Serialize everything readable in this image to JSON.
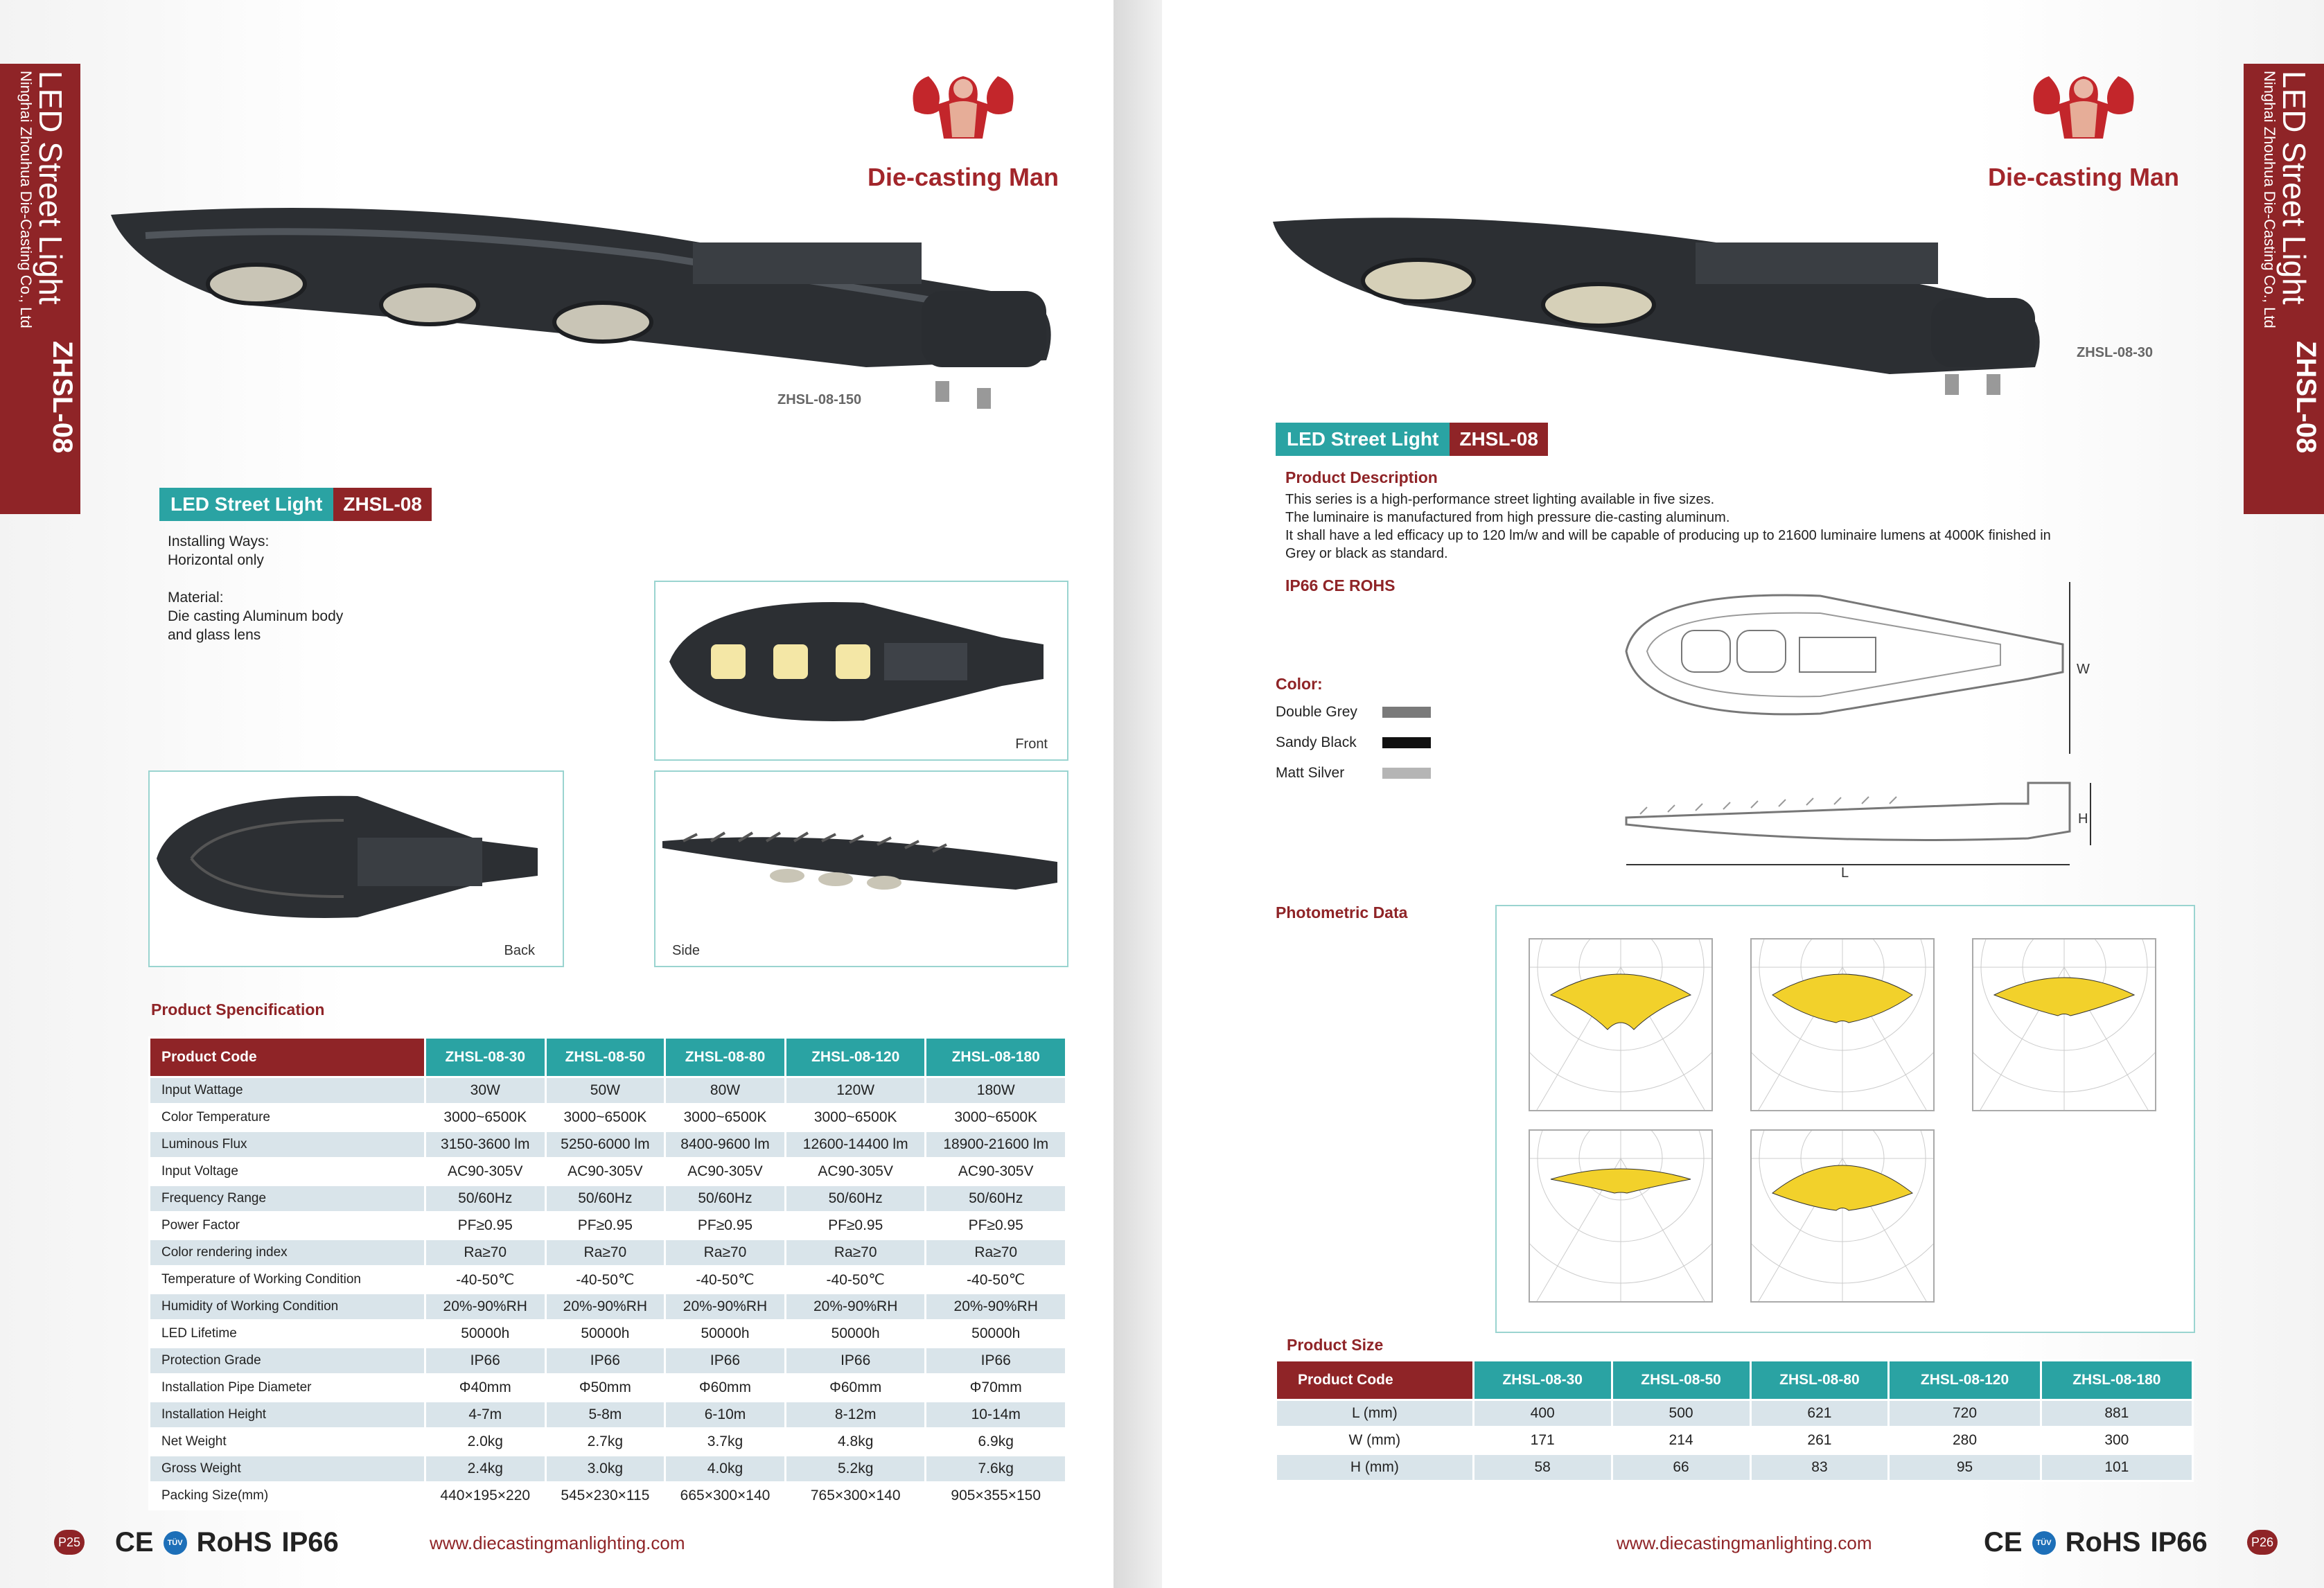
{
  "left_page": {
    "side_title": "LED Street Light",
    "side_company": "Ninghai Zhouhua Die-Casting Co., Ltd",
    "side_model": "ZHSL-08",
    "logo_text": "Die-casting Man",
    "hero_model": "ZHSL-08-150",
    "title_a": "LED Street Light",
    "title_b": "ZHSL-08",
    "installing": "Installing Ways:",
    "installing_val": "Horizontal only",
    "material": "Material:",
    "material_val1": "Die casting Aluminum body",
    "material_val2": "and glass lens",
    "views": {
      "front": "Front",
      "back": "Back",
      "side": "Side"
    },
    "spec_heading": "Product  Spencification",
    "spec_table": {
      "headers": [
        "Product  Code",
        "ZHSL-08-30",
        "ZHSL-08-50",
        "ZHSL-08-80",
        "ZHSL-08-120",
        "ZHSL-08-180"
      ],
      "rows": [
        [
          "Input Wattage",
          "30W",
          "50W",
          "80W",
          "120W",
          "180W"
        ],
        [
          "Color Temperature",
          "3000~6500K",
          "3000~6500K",
          "3000~6500K",
          "3000~6500K",
          "3000~6500K"
        ],
        [
          "Luminous Flux",
          "3150-3600 lm",
          "5250-6000 lm",
          "8400-9600 lm",
          "12600-14400 lm",
          "18900-21600 lm"
        ],
        [
          "Input Voltage",
          "AC90-305V",
          "AC90-305V",
          "AC90-305V",
          "AC90-305V",
          "AC90-305V"
        ],
        [
          "Frequency Range",
          "50/60Hz",
          "50/60Hz",
          "50/60Hz",
          "50/60Hz",
          "50/60Hz"
        ],
        [
          "Power Factor",
          "PF≥0.95",
          "PF≥0.95",
          "PF≥0.95",
          "PF≥0.95",
          "PF≥0.95"
        ],
        [
          "Color rendering index",
          "Ra≥70",
          "Ra≥70",
          "Ra≥70",
          "Ra≥70",
          "Ra≥70"
        ],
        [
          "Temperature of Working Condition",
          "-40-50℃",
          "-40-50℃",
          "-40-50℃",
          "-40-50℃",
          "-40-50℃"
        ],
        [
          "Humidity of Working Condition",
          "20%-90%RH",
          "20%-90%RH",
          "20%-90%RH",
          "20%-90%RH",
          "20%-90%RH"
        ],
        [
          "LED Lifetime",
          "50000h",
          "50000h",
          "50000h",
          "50000h",
          "50000h"
        ],
        [
          "Protection Grade",
          "IP66",
          "IP66",
          "IP66",
          "IP66",
          "IP66"
        ],
        [
          "Installation Pipe Diameter",
          "Φ40mm",
          "Φ50mm",
          "Φ60mm",
          "Φ60mm",
          "Φ70mm"
        ],
        [
          "Installation Height",
          "4-7m",
          "5-8m",
          "6-10m",
          "8-12m",
          "10-14m"
        ],
        [
          "Net Weight",
          "2.0kg",
          "2.7kg",
          "3.7kg",
          "4.8kg",
          "6.9kg"
        ],
        [
          "Gross Weight",
          "2.4kg",
          "3.0kg",
          "4.0kg",
          "5.2kg",
          "7.6kg"
        ],
        [
          "Packing Size(mm)",
          "440×195×220",
          "545×230×115",
          "665×300×140",
          "765×300×140",
          "905×355×150"
        ]
      ]
    },
    "url": "www.diecastingmanlighting.com",
    "cert_ce": "CE",
    "cert_rohs": "RoHS",
    "cert_ip": "IP66",
    "cert_tuv": "TÜV",
    "page_num": "P25"
  },
  "right_page": {
    "side_title": "LED Street Light",
    "side_company": "Ninghai Zhouhua Die-Casting Co., Ltd",
    "side_model": "ZHSL-08",
    "logo_text": "Die-casting Man",
    "hero_model": "ZHSL-08-30",
    "title_a": "LED Street Light",
    "title_b": "ZHSL-08",
    "desc_heading": "Product Description",
    "desc_lines": [
      "This series is a high-performance street lighting available in five sizes.",
      "The luminaire is manufactured from high pressure die-casting aluminum.",
      "It shall have a led efficacy up to 120 lm/w and will be capable of producing up to 21600 luminaire lumens at 4000K finished in",
      "Grey or black as standard."
    ],
    "certs_line": "IP66  CE  ROHS",
    "color_heading": "Color:",
    "colors": [
      {
        "name": "Double Grey",
        "hex": "#7a7a7a"
      },
      {
        "name": "Sandy Black",
        "hex": "#111111"
      },
      {
        "name": "Matt Silver",
        "hex": "#b5b5b5"
      }
    ],
    "dim_w": "W",
    "dim_h": "H",
    "dim_l": "L",
    "photo_heading": "Photometric Data",
    "size_heading": "Product  Size",
    "size_table": {
      "headers": [
        "Product  Code",
        "ZHSL-08-30",
        "ZHSL-08-50",
        "ZHSL-08-80",
        "ZHSL-08-120",
        "ZHSL-08-180"
      ],
      "rows": [
        [
          "L (mm)",
          "400",
          "500",
          "621",
          "720",
          "881"
        ],
        [
          "W (mm)",
          "171",
          "214",
          "261",
          "280",
          "300"
        ],
        [
          "H (mm)",
          "58",
          "66",
          "83",
          "95",
          "101"
        ]
      ]
    },
    "url": "www.diecastingmanlighting.com",
    "cert_ce": "CE",
    "cert_rohs": "RoHS",
    "cert_ip": "IP66",
    "cert_tuv": "TÜV",
    "page_num": "P26"
  },
  "colors": {
    "brand_red": "#8f2427",
    "teal": "#2aa3a3",
    "stripe": "#d9e4ea"
  }
}
